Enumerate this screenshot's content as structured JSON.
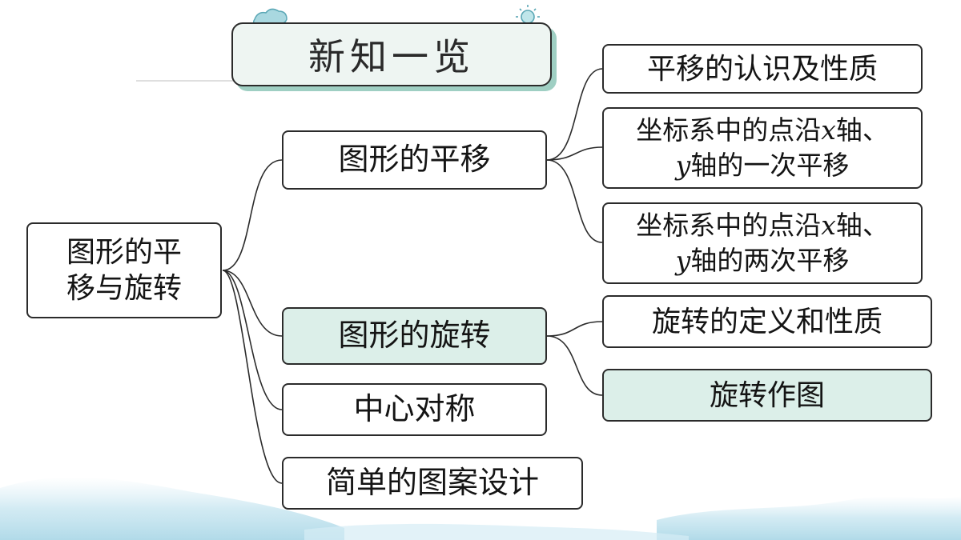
{
  "title": "新知一览",
  "root": {
    "line1": "图形的平",
    "line2": "移与旋转"
  },
  "topics": [
    {
      "label": "图形的平移"
    },
    {
      "label": "图形的旋转"
    },
    {
      "label": "中心对称"
    },
    {
      "label": "简单的图案设计"
    }
  ],
  "translation_items": [
    {
      "text": "平移的认识及性质"
    },
    {
      "line1_a": "坐标系中的点沿",
      "line1_var": "x",
      "line1_b": "轴、",
      "line2_var": "y",
      "line2_b": "轴的一次平移"
    },
    {
      "line1_a": "坐标系中的点沿",
      "line1_var": "x",
      "line1_b": "轴、",
      "line2_var": "y",
      "line2_b": "轴的两次平移"
    }
  ],
  "rotation_items": [
    {
      "text": "旋转的定义和性质"
    },
    {
      "text": "旋转作图"
    }
  ],
  "colors": {
    "border": "#2b2b2b",
    "highlight": "#dcefe9",
    "title_shadow": "#9fcfc3",
    "cloud": "#a9d8e0",
    "sun": "#7cc8cf"
  }
}
